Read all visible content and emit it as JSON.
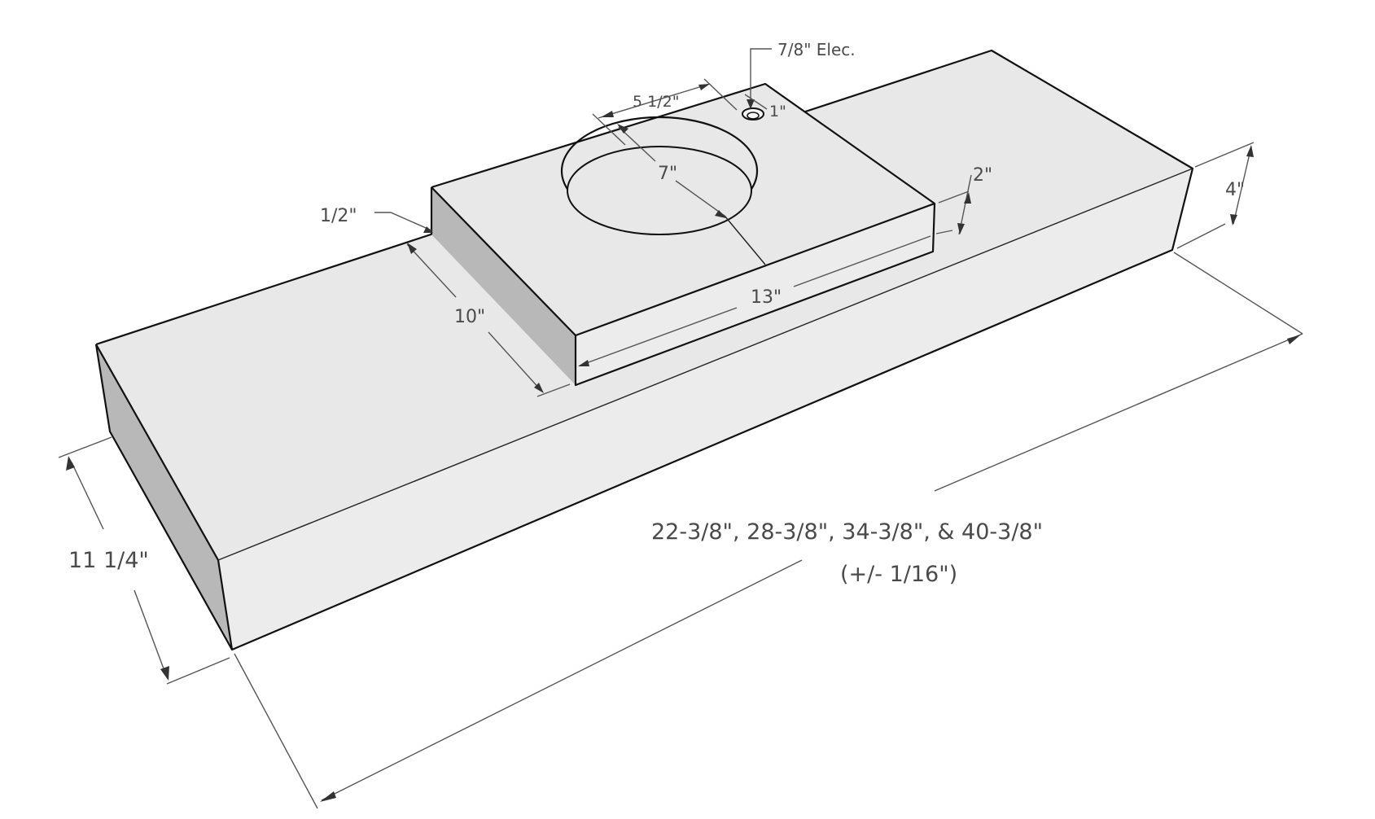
{
  "drawing": {
    "type": "isometric-technical-drawing",
    "subject": "base block with raised plate and circular cutout",
    "colors": {
      "top_face": "#e8e8e8",
      "front_face": "#ececec",
      "side_face_dark": "#b8b8b8",
      "edge": "#111111",
      "dimension_line": "#555555",
      "label_text": "#4a4a4a",
      "background": "#ffffff"
    }
  },
  "dimensions": {
    "elec_hole": "7/8\" Elec.",
    "hole_offset_x": "5 1/2\"",
    "hole_offset_edge": "1\"",
    "cutout_diameter": "7\"",
    "plate_height": "2\"",
    "plate_inset": "1/2\"",
    "plate_depth": "10\"",
    "plate_length": "13\"",
    "base_height": "4\"",
    "base_depth": "11 1/4\"",
    "base_lengths": "22-3/8\", 28-3/8\", 34-3/8\", & 40-3/8\"",
    "tolerance": "(+/- 1/16\")"
  }
}
